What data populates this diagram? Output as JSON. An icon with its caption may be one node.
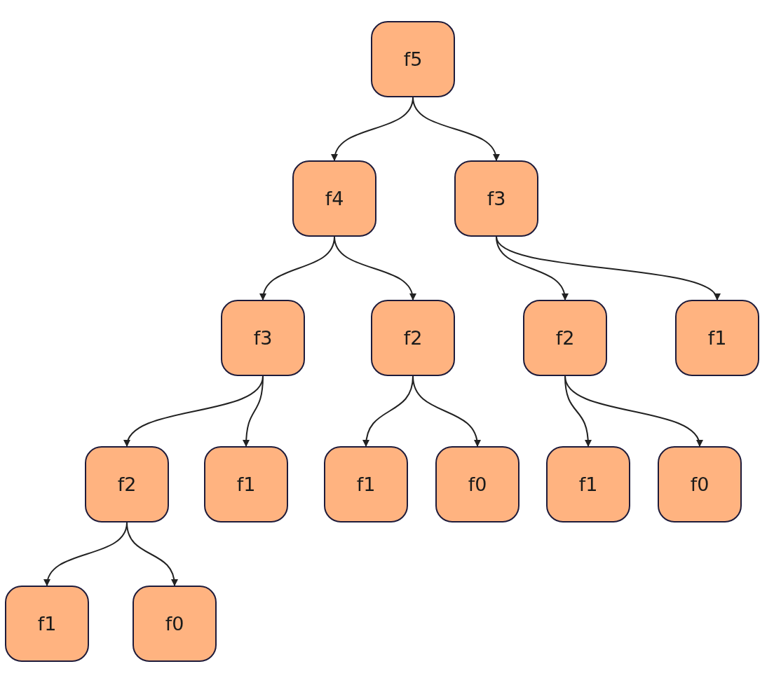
{
  "diagram": {
    "nodes": [
      {
        "text": [
          "f5"
        ]
      },
      {
        "text": [
          "f4"
        ]
      },
      {
        "text": [
          "f3"
        ]
      },
      {
        "text": [
          "f3"
        ]
      },
      {
        "text": [
          "f2"
        ]
      },
      {
        "text": [
          "f2"
        ]
      },
      {
        "text": [
          "f1"
        ]
      },
      {
        "text": [
          "f2"
        ]
      },
      {
        "text": [
          "f1"
        ]
      },
      {
        "text": [
          "f1"
        ]
      },
      {
        "text": [
          "f0"
        ]
      },
      {
        "text": [
          "f1"
        ]
      },
      {
        "text": [
          "f0"
        ]
      },
      {
        "text": [
          "f1"
        ]
      },
      {
        "text": [
          "f0"
        ]
      }
    ],
    "edges": [
      {
        "from": 0,
        "to": 1,
        "arrow": "to"
      },
      {
        "from": 0,
        "to": 2,
        "arrow": "to"
      },
      {
        "from": 1,
        "to": 3,
        "arrow": "to"
      },
      {
        "from": 1,
        "to": 4,
        "arrow": "to"
      },
      {
        "from": 2,
        "to": 5,
        "arrow": "to"
      },
      {
        "from": 2,
        "to": 6,
        "arrow": "to"
      },
      {
        "from": 3,
        "to": 7,
        "arrow": "to"
      },
      {
        "from": 3,
        "to": 8,
        "arrow": "to"
      },
      {
        "from": 4,
        "to": 9,
        "arrow": "to"
      },
      {
        "from": 4,
        "to": 10,
        "arrow": "to"
      },
      {
        "from": 5,
        "to": 11,
        "arrow": "to"
      },
      {
        "from": 5,
        "to": 12,
        "arrow": "to"
      },
      {
        "from": 7,
        "to": 13,
        "arrow": "to"
      },
      {
        "from": 7,
        "to": 14,
        "arrow": "to"
      }
    ]
  }
}
